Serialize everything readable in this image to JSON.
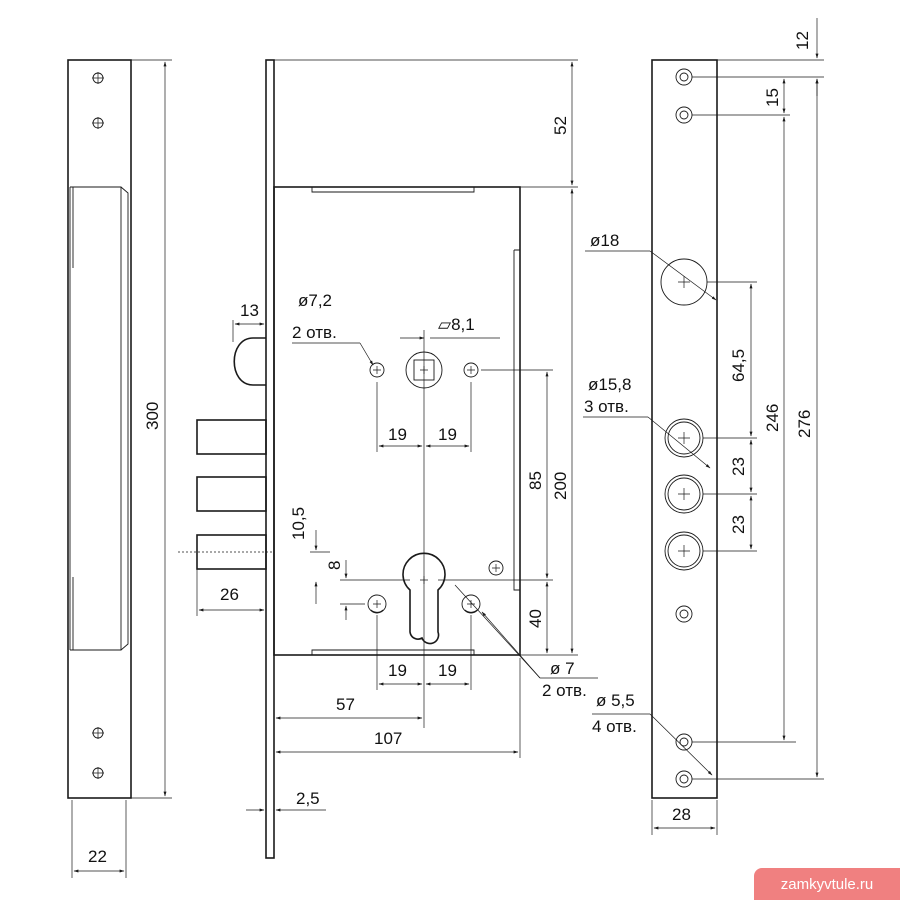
{
  "dimensions": {
    "d300": "300",
    "d22": "22",
    "d13": "13",
    "d26": "26",
    "d10_5": "10,5",
    "d8": "8",
    "d7_2": "ø7,2",
    "d7_2_count": "2 отв.",
    "d8_1": "▱8,1",
    "d19a": "19",
    "d19b": "19",
    "d19c": "19",
    "d19d": "19",
    "d52": "52",
    "d85": "85",
    "d200": "200",
    "d40": "40",
    "d7": "ø 7",
    "d7_count": "2 отв.",
    "d57": "57",
    "d107": "107",
    "d2_5": "2,5",
    "d12": "12",
    "d15": "15",
    "d18": "ø18",
    "d64_5": "64,5",
    "d246": "246",
    "d276": "276",
    "d15_8": "ø15,8",
    "d15_8_count": "3 отв.",
    "d23a": "23",
    "d23b": "23",
    "d5_5": "ø 5,5",
    "d5_5_count": "4 отв.",
    "d28": "28"
  },
  "watermark": "zamkyvtule.ru"
}
